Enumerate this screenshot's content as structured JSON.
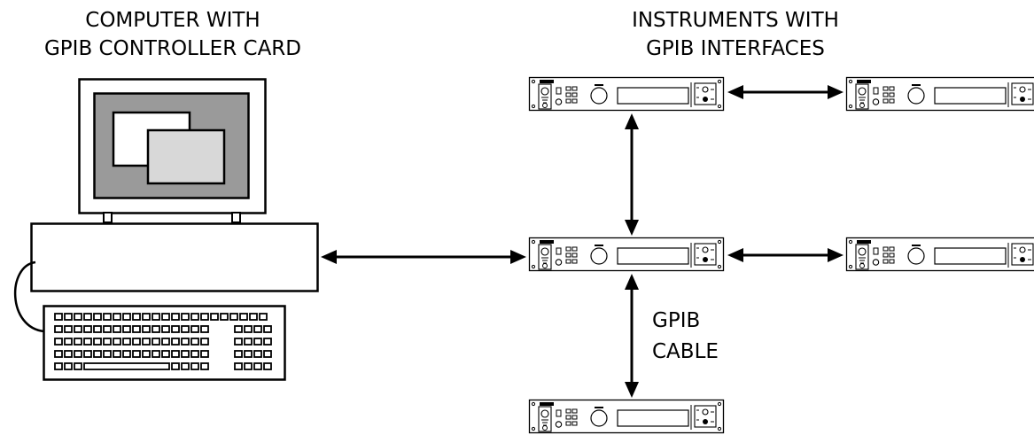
{
  "labels": {
    "computer_line1": "COMPUTER WITH",
    "computer_line2": "GPIB CONTROLLER CARD",
    "instruments_line1": "INSTRUMENTS WITH",
    "instruments_line2": "GPIB INTERFACES",
    "cable_line1": "GPIB",
    "cable_line2": "CABLE"
  },
  "colors": {
    "line": "#000000",
    "screen_bg": "#9a9a9a",
    "window_front": "#d8d8d8",
    "window_back": "#ffffff"
  },
  "instruments": [
    {
      "name": "instrument-top-left"
    },
    {
      "name": "instrument-top-right"
    },
    {
      "name": "instrument-middle-left"
    },
    {
      "name": "instrument-middle-right"
    },
    {
      "name": "instrument-bottom"
    }
  ],
  "connections": [
    {
      "name": "cable-computer-to-middle"
    },
    {
      "name": "cable-top-left-to-top-right"
    },
    {
      "name": "cable-middle-to-top-left"
    },
    {
      "name": "cable-middle-left-to-middle-right"
    },
    {
      "name": "cable-middle-to-bottom"
    }
  ]
}
